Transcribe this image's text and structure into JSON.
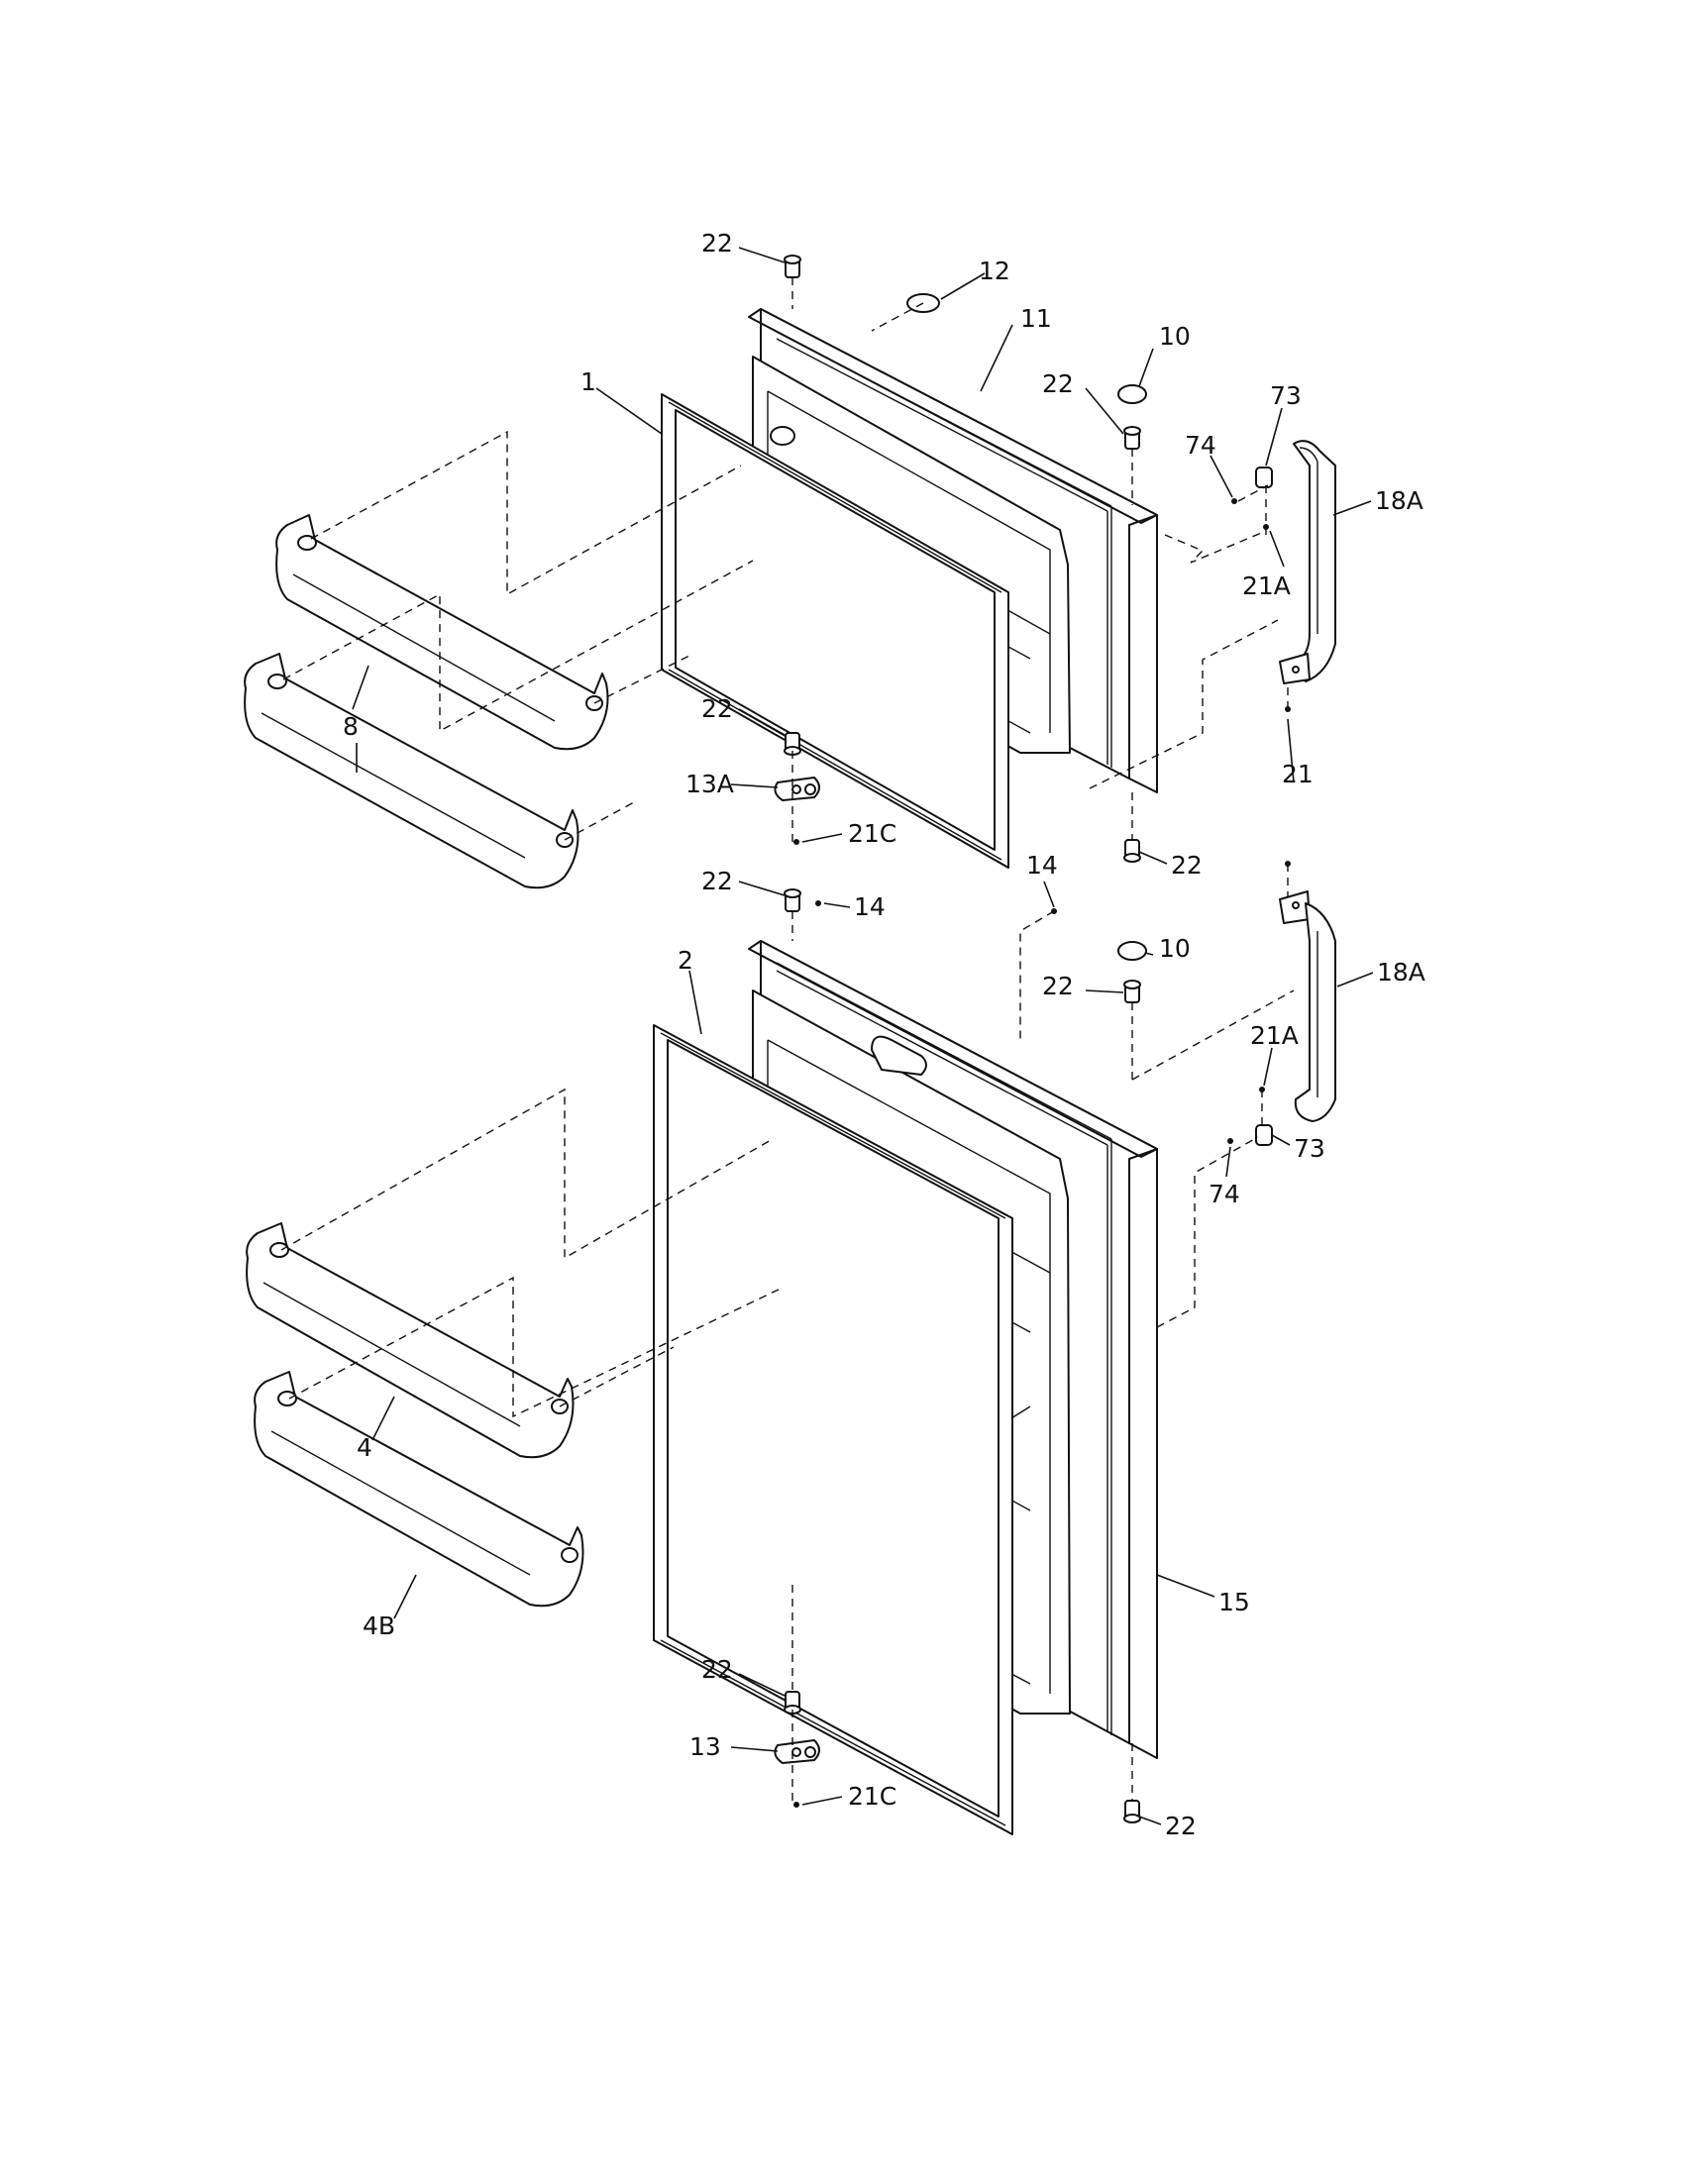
{
  "diagram": {
    "callouts": [
      {
        "id": "c22-top-left",
        "label": "22"
      },
      {
        "id": "c12",
        "label": "12"
      },
      {
        "id": "c11",
        "label": "11"
      },
      {
        "id": "c10-top",
        "label": "10"
      },
      {
        "id": "c22-top-right",
        "label": "22"
      },
      {
        "id": "c1",
        "label": "1"
      },
      {
        "id": "c73-top",
        "label": "73"
      },
      {
        "id": "c74-top",
        "label": "74"
      },
      {
        "id": "c18A-top",
        "label": "18A"
      },
      {
        "id": "c21A-top",
        "label": "21A"
      },
      {
        "id": "c8",
        "label": "8"
      },
      {
        "id": "c22-mid-left",
        "label": "22"
      },
      {
        "id": "c13A",
        "label": "13A"
      },
      {
        "id": "c21C-top",
        "label": "21C"
      },
      {
        "id": "c21",
        "label": "21"
      },
      {
        "id": "c22-mid-right",
        "label": "22"
      },
      {
        "id": "c22-bottom-top",
        "label": "22"
      },
      {
        "id": "c14-left",
        "label": "14"
      },
      {
        "id": "c14-right",
        "label": "14"
      },
      {
        "id": "c2",
        "label": "2"
      },
      {
        "id": "c10-bottom",
        "label": "10"
      },
      {
        "id": "c22-bottom-right-top",
        "label": "22"
      },
      {
        "id": "c18A-bottom",
        "label": "18A"
      },
      {
        "id": "c21A-bottom",
        "label": "21A"
      },
      {
        "id": "c73-bottom",
        "label": "73"
      },
      {
        "id": "c74-bottom",
        "label": "74"
      },
      {
        "id": "c4",
        "label": "4"
      },
      {
        "id": "c4B",
        "label": "4B"
      },
      {
        "id": "c15",
        "label": "15"
      },
      {
        "id": "c22-bottom-left",
        "label": "22"
      },
      {
        "id": "c13",
        "label": "13"
      },
      {
        "id": "c21C-bottom",
        "label": "21C"
      },
      {
        "id": "c22-bottom-right",
        "label": "22"
      }
    ]
  }
}
